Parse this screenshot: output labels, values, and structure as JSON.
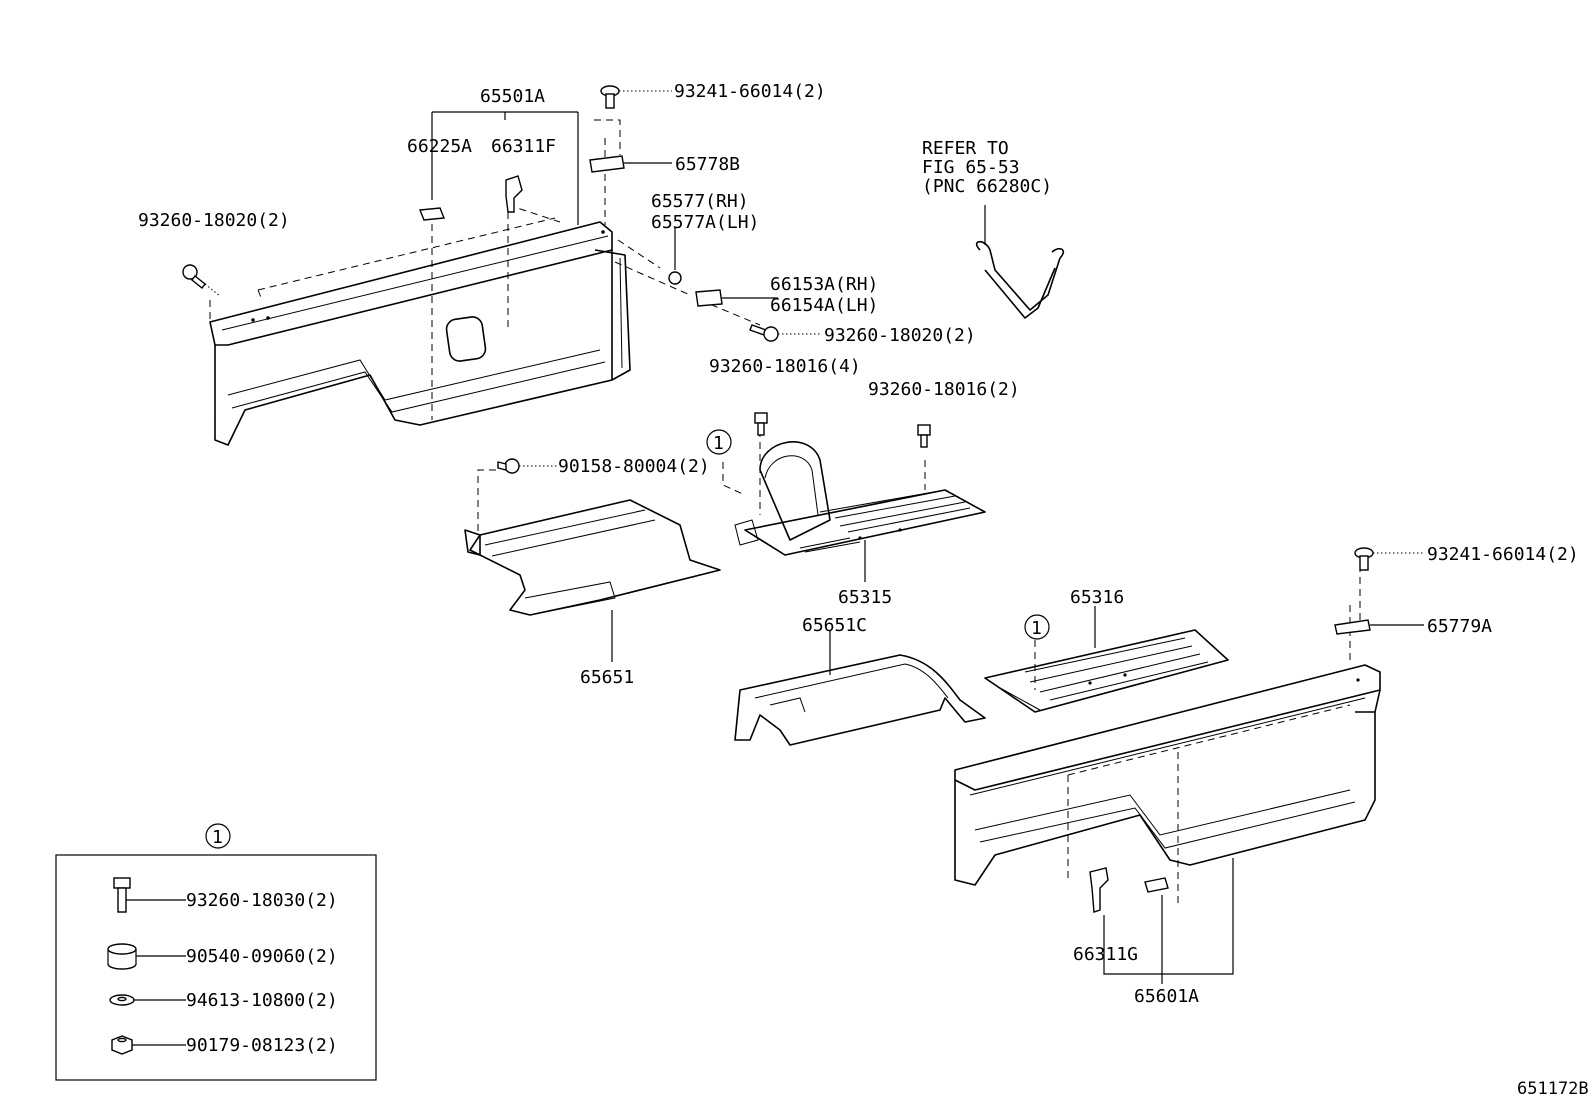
{
  "labels": {
    "p65501A": "65501A",
    "p66225A": "66225A",
    "p66311F": "66311F",
    "p93260_18020_left": "93260-18020(2)",
    "p93241_66014_top": "93241-66014(2)",
    "p65778B": "65778B",
    "p65577RH": "65577(RH)",
    "p65577ALH": "65577A(LH)",
    "p66153ARH": "66153A(RH)",
    "p66154ALH": "66154A(LH)",
    "p93260_18020_right": "93260-18020(2)",
    "refer1": "REFER TO",
    "refer2": "FIG 65-53",
    "refer3": "(PNC 66280C)",
    "p93260_18016_4": "93260-18016(4)",
    "p93260_18016_2": "93260-18016(2)",
    "p90158_80004": "90158-80004(2)",
    "p65315": "65315",
    "p65651": "65651",
    "p65651C": "65651C",
    "p65316": "65316",
    "p93241_66014_right": "93241-66014(2)",
    "p65779A": "65779A",
    "p66311G": "66311G",
    "p65601A": "65601A",
    "callout": "1",
    "kit_callout": "1",
    "kit_93260_18030": "93260-18030(2)",
    "kit_90540_09060": "90540-09060(2)",
    "kit_94613_10800": "94613-10800(2)",
    "kit_90179_08123": "90179-08123(2)",
    "figure_code": "651172B"
  }
}
